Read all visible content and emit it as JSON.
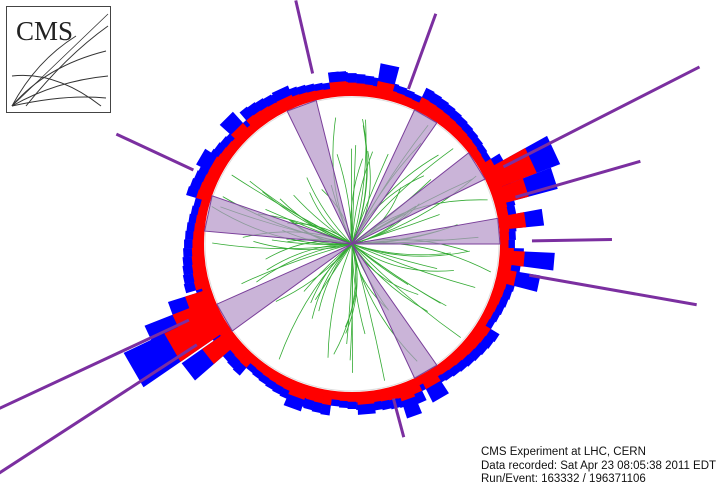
{
  "logo": {
    "text": "CMS"
  },
  "caption": {
    "line1": "CMS Experiment at LHC, CERN",
    "line2": "Data recorded: Sat Apr 23 08:05:38 2011 EDT",
    "line3": "Run/Event: 163332 / 196371106"
  },
  "colors": {
    "ecal": "#ff0000",
    "hcal": "#0000ff",
    "tracks": "#33aa33",
    "jets": "#b494c8",
    "jet_edge": "#7a3f9a",
    "met_lines": "#7b2fa0"
  }
}
